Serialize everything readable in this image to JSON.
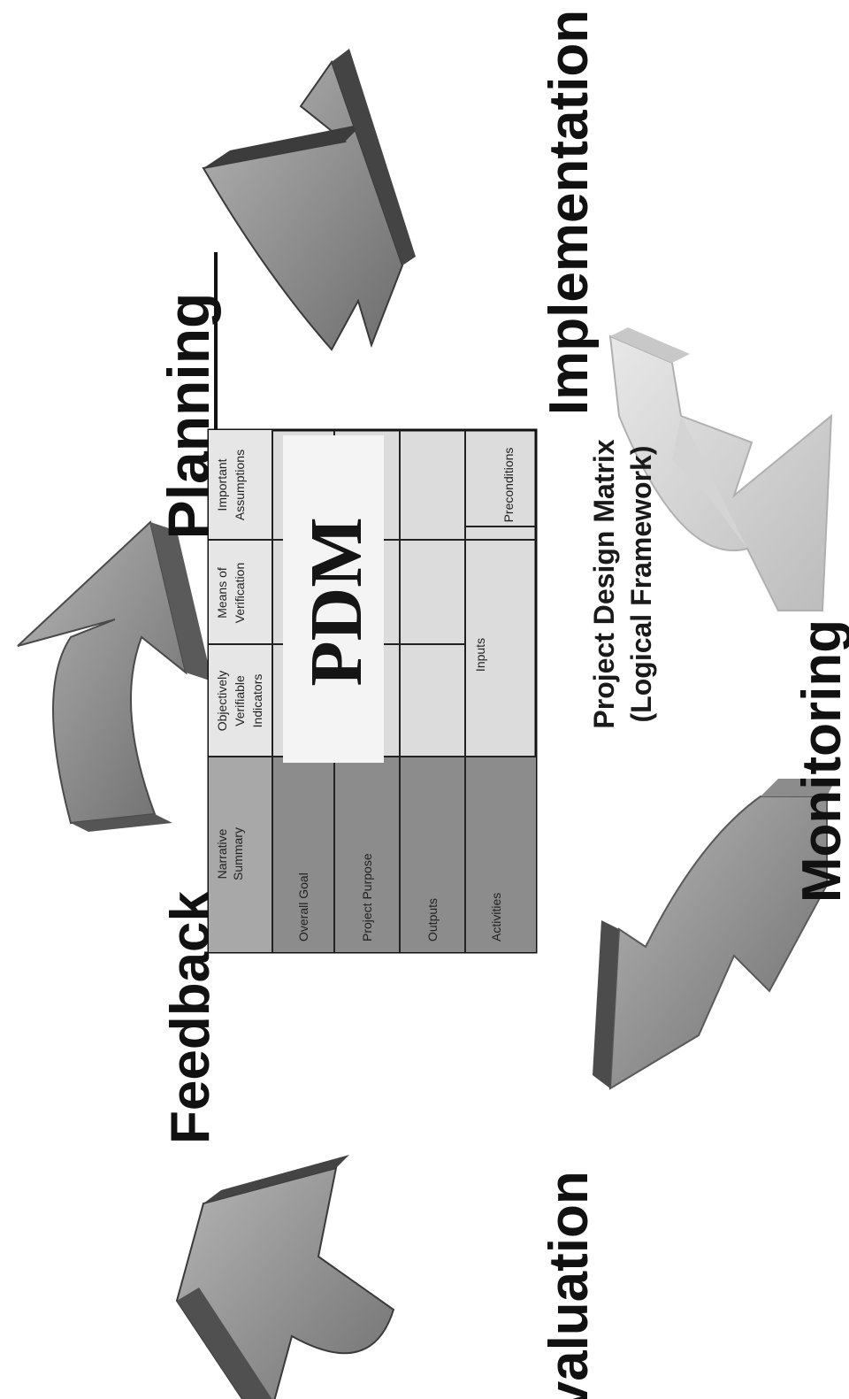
{
  "labels": {
    "planning": "Planning",
    "feedback": "Feedback",
    "implementation": "Implementation",
    "monitoring": "Monitoring",
    "evaluation": "Evaluation"
  },
  "pdm": {
    "big_label": "PDM",
    "caption_line1": "Project Design Matrix",
    "caption_line2": "(Logical Framework)",
    "headers": {
      "narrative_summary": [
        "Narrative",
        "Summary"
      ],
      "objectively_verifiable_indicators": [
        "Objectively",
        "Verifiable",
        "Indicators"
      ],
      "means_of_verification": [
        "Means of",
        "Verification"
      ],
      "important_assumptions": [
        "Important",
        "Assumptions"
      ]
    },
    "rows": {
      "overall_goal": "Overall Goal",
      "project_purpose": "Project Purpose",
      "outputs": "Outputs",
      "activities": "Activities"
    },
    "inputs": "Inputs",
    "preconditions": "Preconditions"
  },
  "colors": {
    "arrow_dark": "#3a3a3a",
    "arrow_mid": "#7a7a7a",
    "arrow_light": "#bdbdbd",
    "table_header_col": "#8c8c8c",
    "table_body": "#dcdcdc",
    "pdm_box": "#f4f4f4"
  }
}
